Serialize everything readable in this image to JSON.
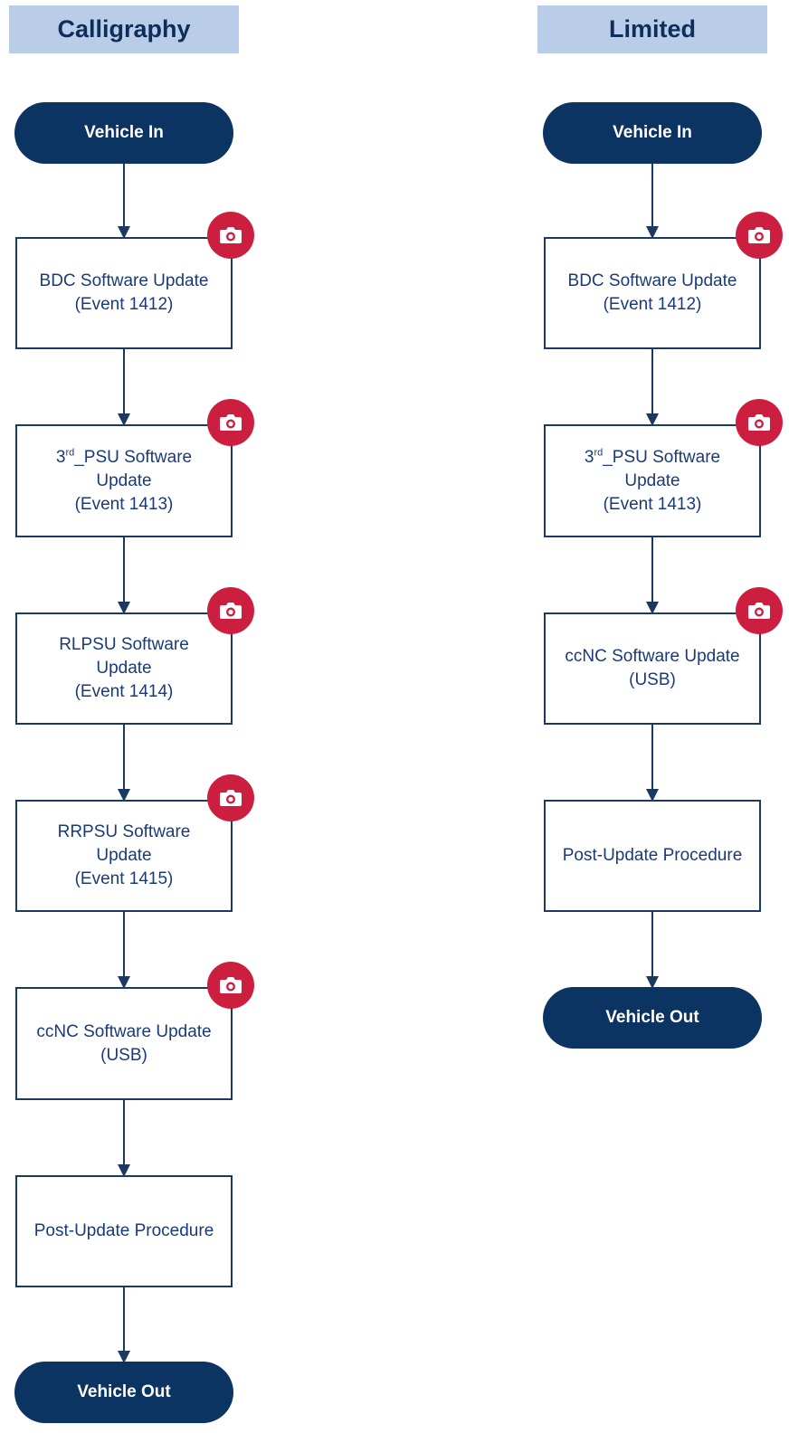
{
  "columns": [
    {
      "title": "Calligraphy",
      "start": "Vehicle In",
      "end": "Vehicle Out",
      "steps": [
        {
          "sup_prefix": "",
          "sup": "",
          "first": "BDC Software Update",
          "rest": "(Event 1412)",
          "camera": true
        },
        {
          "sup_prefix": "3",
          "sup": "rd",
          "first": "_PSU Software",
          "rest": "Update\n(Event 1413)",
          "camera": true
        },
        {
          "sup_prefix": "",
          "sup": "",
          "first": "RLPSU Software",
          "rest": "Update\n(Event 1414)",
          "camera": true
        },
        {
          "sup_prefix": "",
          "sup": "",
          "first": "RRPSU Software",
          "rest": "Update\n(Event 1415)",
          "camera": true
        },
        {
          "sup_prefix": "",
          "sup": "",
          "first": "ccNC Software Update",
          "rest": "(USB)",
          "camera": true
        },
        {
          "sup_prefix": "",
          "sup": "",
          "first": "Post-Update Procedure",
          "rest": "",
          "camera": false
        }
      ]
    },
    {
      "title": "Limited",
      "start": "Vehicle In",
      "end": "Vehicle Out",
      "steps": [
        {
          "sup_prefix": "",
          "sup": "",
          "first": "BDC Software Update",
          "rest": "(Event 1412)",
          "camera": true
        },
        {
          "sup_prefix": "3",
          "sup": "rd",
          "first": "_PSU Software",
          "rest": "Update\n(Event 1413)",
          "camera": true
        },
        {
          "sup_prefix": "",
          "sup": "",
          "first": "ccNC Software Update",
          "rest": "(USB)",
          "camera": true
        },
        {
          "sup_prefix": "",
          "sup": "",
          "first": "Post-Update Procedure",
          "rest": "",
          "camera": false
        }
      ]
    }
  ],
  "colors": {
    "header_bg": "#b9cde8",
    "pill_bg": "#0b3462",
    "connector": "#1a3a63",
    "box_text": "#1a3a7a",
    "camera_badge": "#cc1f3f"
  },
  "icons": {
    "camera": "camera-icon"
  }
}
